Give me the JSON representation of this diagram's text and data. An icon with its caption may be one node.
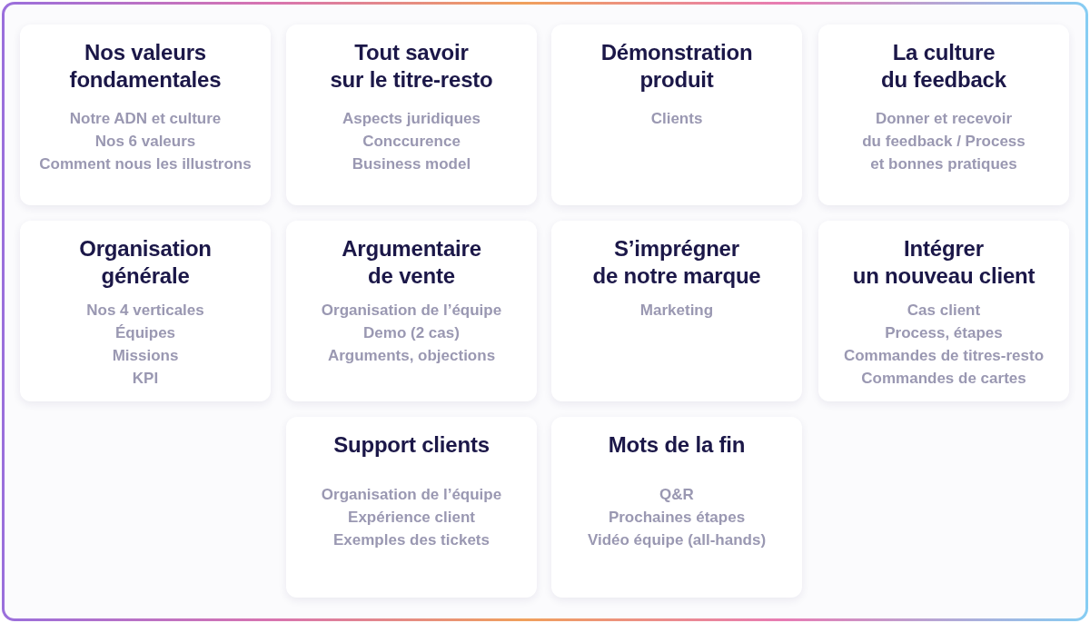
{
  "diagram": {
    "nodes": [
      {
        "text": [
          "Nos valeurs fondamentales",
          "Notre ADN et culture",
          "Nos 6 valeurs",
          "Comment nous les illustrons"
        ]
      },
      {
        "text": [
          "Tout savoir sur le titre-resto",
          "Aspects juridiques",
          "Conccurence",
          "Business model"
        ]
      },
      {
        "text": [
          "Démonstration produit",
          "Clients"
        ]
      },
      {
        "text": [
          "La culture du feedback",
          "Donner et recevoir du feedback / Process et bonnes pratiques"
        ]
      },
      {
        "text": [
          "Organisation générale",
          "Nos 4 verticales",
          "Équipes",
          "Missions",
          "KPI"
        ]
      },
      {
        "text": [
          "Argumentaire de vente",
          "Organisation de l’équipe",
          "Demo (2 cas)",
          "Arguments, objections"
        ]
      },
      {
        "text": [
          "S’imprégner de notre marque",
          "Marketing"
        ]
      },
      {
        "text": [
          "Intégrer un nouveau client",
          "Cas client",
          "Process, étapes",
          "Commandes de titres-resto",
          "Commandes de cartes"
        ]
      },
      {
        "text": [
          "Support clients",
          "Organisation de l’équipe",
          "Expérience client",
          "Exemples des tickets"
        ]
      },
      {
        "text": [
          "Mots de la fin",
          "Q&R",
          "Prochaines étapes",
          "Vidéo équipe (all-hands)"
        ]
      }
    ]
  }
}
